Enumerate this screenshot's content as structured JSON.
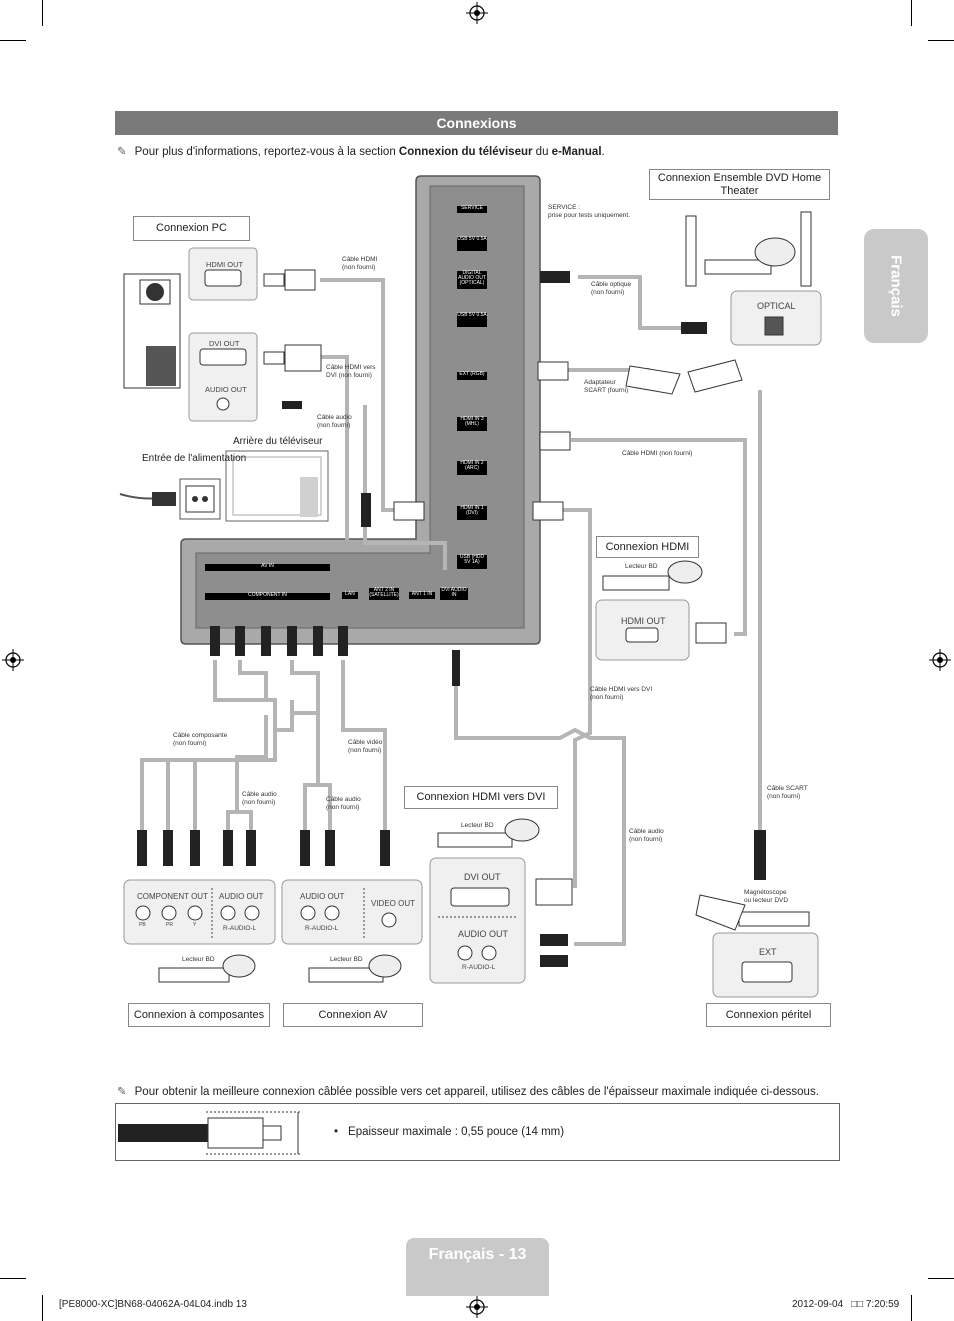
{
  "header": {
    "section_title": "Connexions",
    "lang_tab": "Français"
  },
  "note1": {
    "prefix": "Pour plus d'informations, reportez-vous à la section ",
    "link": "Connexion du téléviseur",
    "mid": " du ",
    "manual": "e-Manual",
    "suffix": "."
  },
  "labels": {
    "pc": "Connexion PC",
    "dvd": "Connexion Ensemble DVD Home Theater",
    "hdmi": "Connexion HDMI",
    "hdmi_dvi": "Connexion HDMI vers DVI",
    "component": "Connexion à composantes",
    "av": "Connexion AV",
    "scart": "Connexion péritel"
  },
  "diagram": {
    "tv_back": "Arrière du téléviseur",
    "power_in": "Entrée de l'alimentation",
    "service": "SERVICE :",
    "service_note": "prise pour tests uniquement.",
    "cable_hdmi_pc": "Câble HDMI\n(non fourni)",
    "cable_hdmi_dvi_pc": "Câble HDMI vers\nDVI (non fourni)",
    "cable_audio_pc": "Câble audio\n(non fourni)",
    "cable_optical": "Câble optique\n(non fourni)",
    "scart_adapter": "Adaptateur\nSCART (fourni)",
    "cable_hdmi_right": "Câble HDMI (non fourni)",
    "cable_component": "Câble composante\n(non fourni)",
    "cable_video": "Câble vidéo\n(non fourni)",
    "cable_audio_comp": "Câble audio\n(non fourni)",
    "cable_audio_av": "Câble audio\n(non fourni)",
    "cable_hdmi_dvi_bd": "Câble HDMI vers DVI\n(non fourni)",
    "cable_audio_dvi": "Câble audio\n(non fourni)",
    "cable_scart": "Câble SCART\n(non fourni)",
    "vcr": "Magnétoscope\nou lecteur DVD",
    "bd_player": "Lecteur BD",
    "hdmi_out": "HDMI OUT",
    "dvi_out": "DVI OUT",
    "audio_out": "AUDIO OUT",
    "optical": "OPTICAL",
    "component_out": "COMPONENT OUT",
    "video_out": "VIDEO OUT",
    "r_audio_l": "R-AUDIO-L",
    "ext": "EXT",
    "pb": "PB",
    "pr": "PR",
    "y": "Y",
    "tv_ports": [
      "SERVICE",
      "USB 5V 0.5A",
      "DIGITAL AUDIO OUT (OPTICAL)",
      "USB 5V 0.5A",
      "EXT (RGB)",
      "HDMI IN 3 (MHL)",
      "HDMI IN 2 (ARC)",
      "HDMI IN 1 (DVI)",
      "USB (HDD 5V 1A)"
    ],
    "tv_bottom_ports": [
      "LAN",
      "ANT 2 IN (SATELLITE)",
      "ANT 1 IN",
      "DVI AUDIO IN"
    ],
    "av_in": "AV IN",
    "component_in": "COMPONENT IN"
  },
  "note2": {
    "text": "Pour obtenir la meilleure connexion câblée possible vers cet appareil, utilisez des câbles de l'épaisseur maximale indiquée ci-dessous."
  },
  "thickness": {
    "text": "Epaisseur maximale : 0,55 pouce (14 mm)"
  },
  "page_tab": "Français - 13",
  "footer": {
    "file": "[PE8000-XC]BN68-04062A-04L04.indb   13",
    "date": "2012-09-04",
    "time": "□□ 7:20:59"
  }
}
